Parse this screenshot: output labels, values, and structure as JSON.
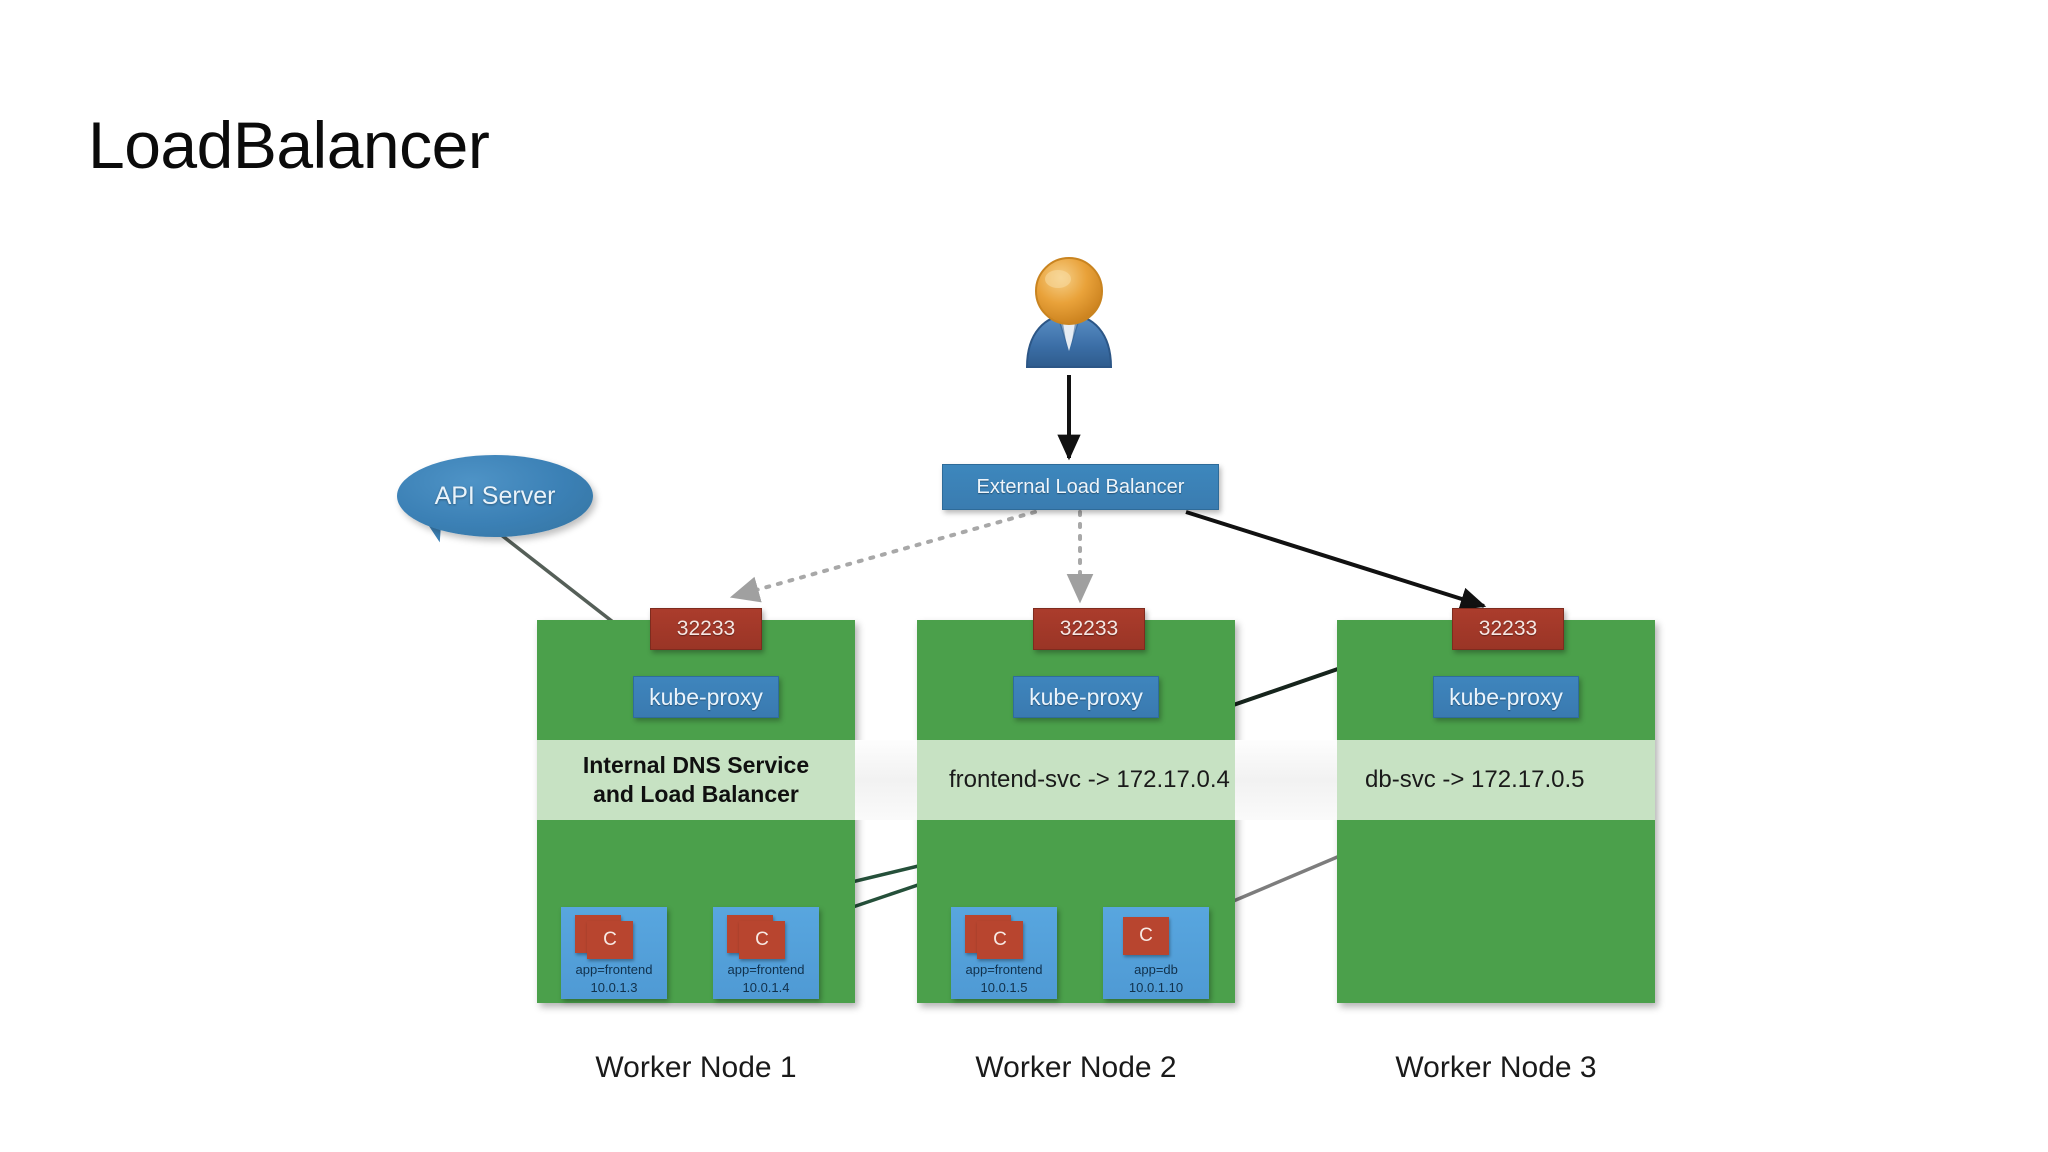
{
  "slide": {
    "title": "LoadBalancer",
    "background_color": "#ffffff"
  },
  "colors": {
    "node_green": "#4ba04b",
    "service_band": "#e8f2e2",
    "port_badge_red": "#a33a2a",
    "kube_proxy_blue": "#3a7ebd",
    "pod_blue": "#4f9ad4",
    "container_red": "#b8452f",
    "actor_head": "#e9a63b",
    "actor_body": "#3a6ea5",
    "arrow_solid": "#111111",
    "arrow_dotted": "#9a9a9a",
    "arrow_green": "#1e4a2e",
    "arrow_gray": "#6f6f6f"
  },
  "actor": {
    "name": "user-actor",
    "icon": "user-icon"
  },
  "external_lb": {
    "label": "External Load Balancer"
  },
  "api_server": {
    "label": "API Server"
  },
  "nodes": [
    {
      "id": "node-1",
      "label": "Worker Node 1",
      "port_badge": "32233",
      "kube_proxy": "kube-proxy",
      "service_band": {
        "line1": "Internal DNS Service",
        "line2": "and Load Balancer"
      },
      "pods": [
        {
          "app": "app=frontend",
          "ip": "10.0.1.3",
          "container_letter": "C",
          "containers": 2
        },
        {
          "app": "app=frontend",
          "ip": "10.0.1.4",
          "container_letter": "C",
          "containers": 2
        }
      ]
    },
    {
      "id": "node-2",
      "label": "Worker Node 2",
      "port_badge": "32233",
      "kube_proxy": "kube-proxy",
      "service_band": {
        "text": "frontend-svc -> 172.17.0.4"
      },
      "pods": [
        {
          "app": "app=frontend",
          "ip": "10.0.1.5",
          "container_letter": "C",
          "containers": 2
        },
        {
          "app": "app=db",
          "ip": "10.0.1.10",
          "container_letter": "C",
          "containers": 1
        }
      ]
    },
    {
      "id": "node-3",
      "label": "Worker Node 3",
      "port_badge": "32233",
      "kube_proxy": "kube-proxy",
      "service_band": {
        "text": "db-svc -> 172.17.0.5"
      },
      "pods": []
    }
  ],
  "connectors": [
    {
      "name": "user-to-lb",
      "style": "solid-black",
      "from": "user-actor",
      "to": "external-lb"
    },
    {
      "name": "lb-to-node1-port",
      "style": "dotted-gray",
      "from": "external-lb",
      "to": "port-badge-1"
    },
    {
      "name": "lb-to-node2-port",
      "style": "dotted-gray",
      "from": "external-lb",
      "to": "port-badge-2"
    },
    {
      "name": "lb-to-node3-port",
      "style": "solid-black",
      "from": "external-lb",
      "to": "port-badge-3"
    },
    {
      "name": "api-server-to-kube-proxy1",
      "style": "solid-gray",
      "from": "api-server",
      "to": "kube-proxy-1"
    },
    {
      "name": "kube-proxy1-to-dns-service",
      "style": "solid-black",
      "from": "kube-proxy-1",
      "to": "service-band-1"
    },
    {
      "name": "node3-port-to-frontend-svc",
      "style": "solid-black",
      "from": "port-badge-3",
      "to": "service-band-2"
    },
    {
      "name": "frontend-svc-to-pod-10-0-1-3",
      "style": "solid-green",
      "from": "service-band-2",
      "to": "pod-1"
    },
    {
      "name": "frontend-svc-to-pod-10-0-1-4",
      "style": "solid-green",
      "from": "service-band-2",
      "to": "pod-2"
    },
    {
      "name": "frontend-svc-to-pod-10-0-1-5",
      "style": "solid-green",
      "from": "service-band-2",
      "to": "pod-3"
    },
    {
      "name": "db-svc-to-pod-10-0-1-10",
      "style": "solid-gray",
      "from": "service-band-3",
      "to": "pod-4"
    }
  ]
}
